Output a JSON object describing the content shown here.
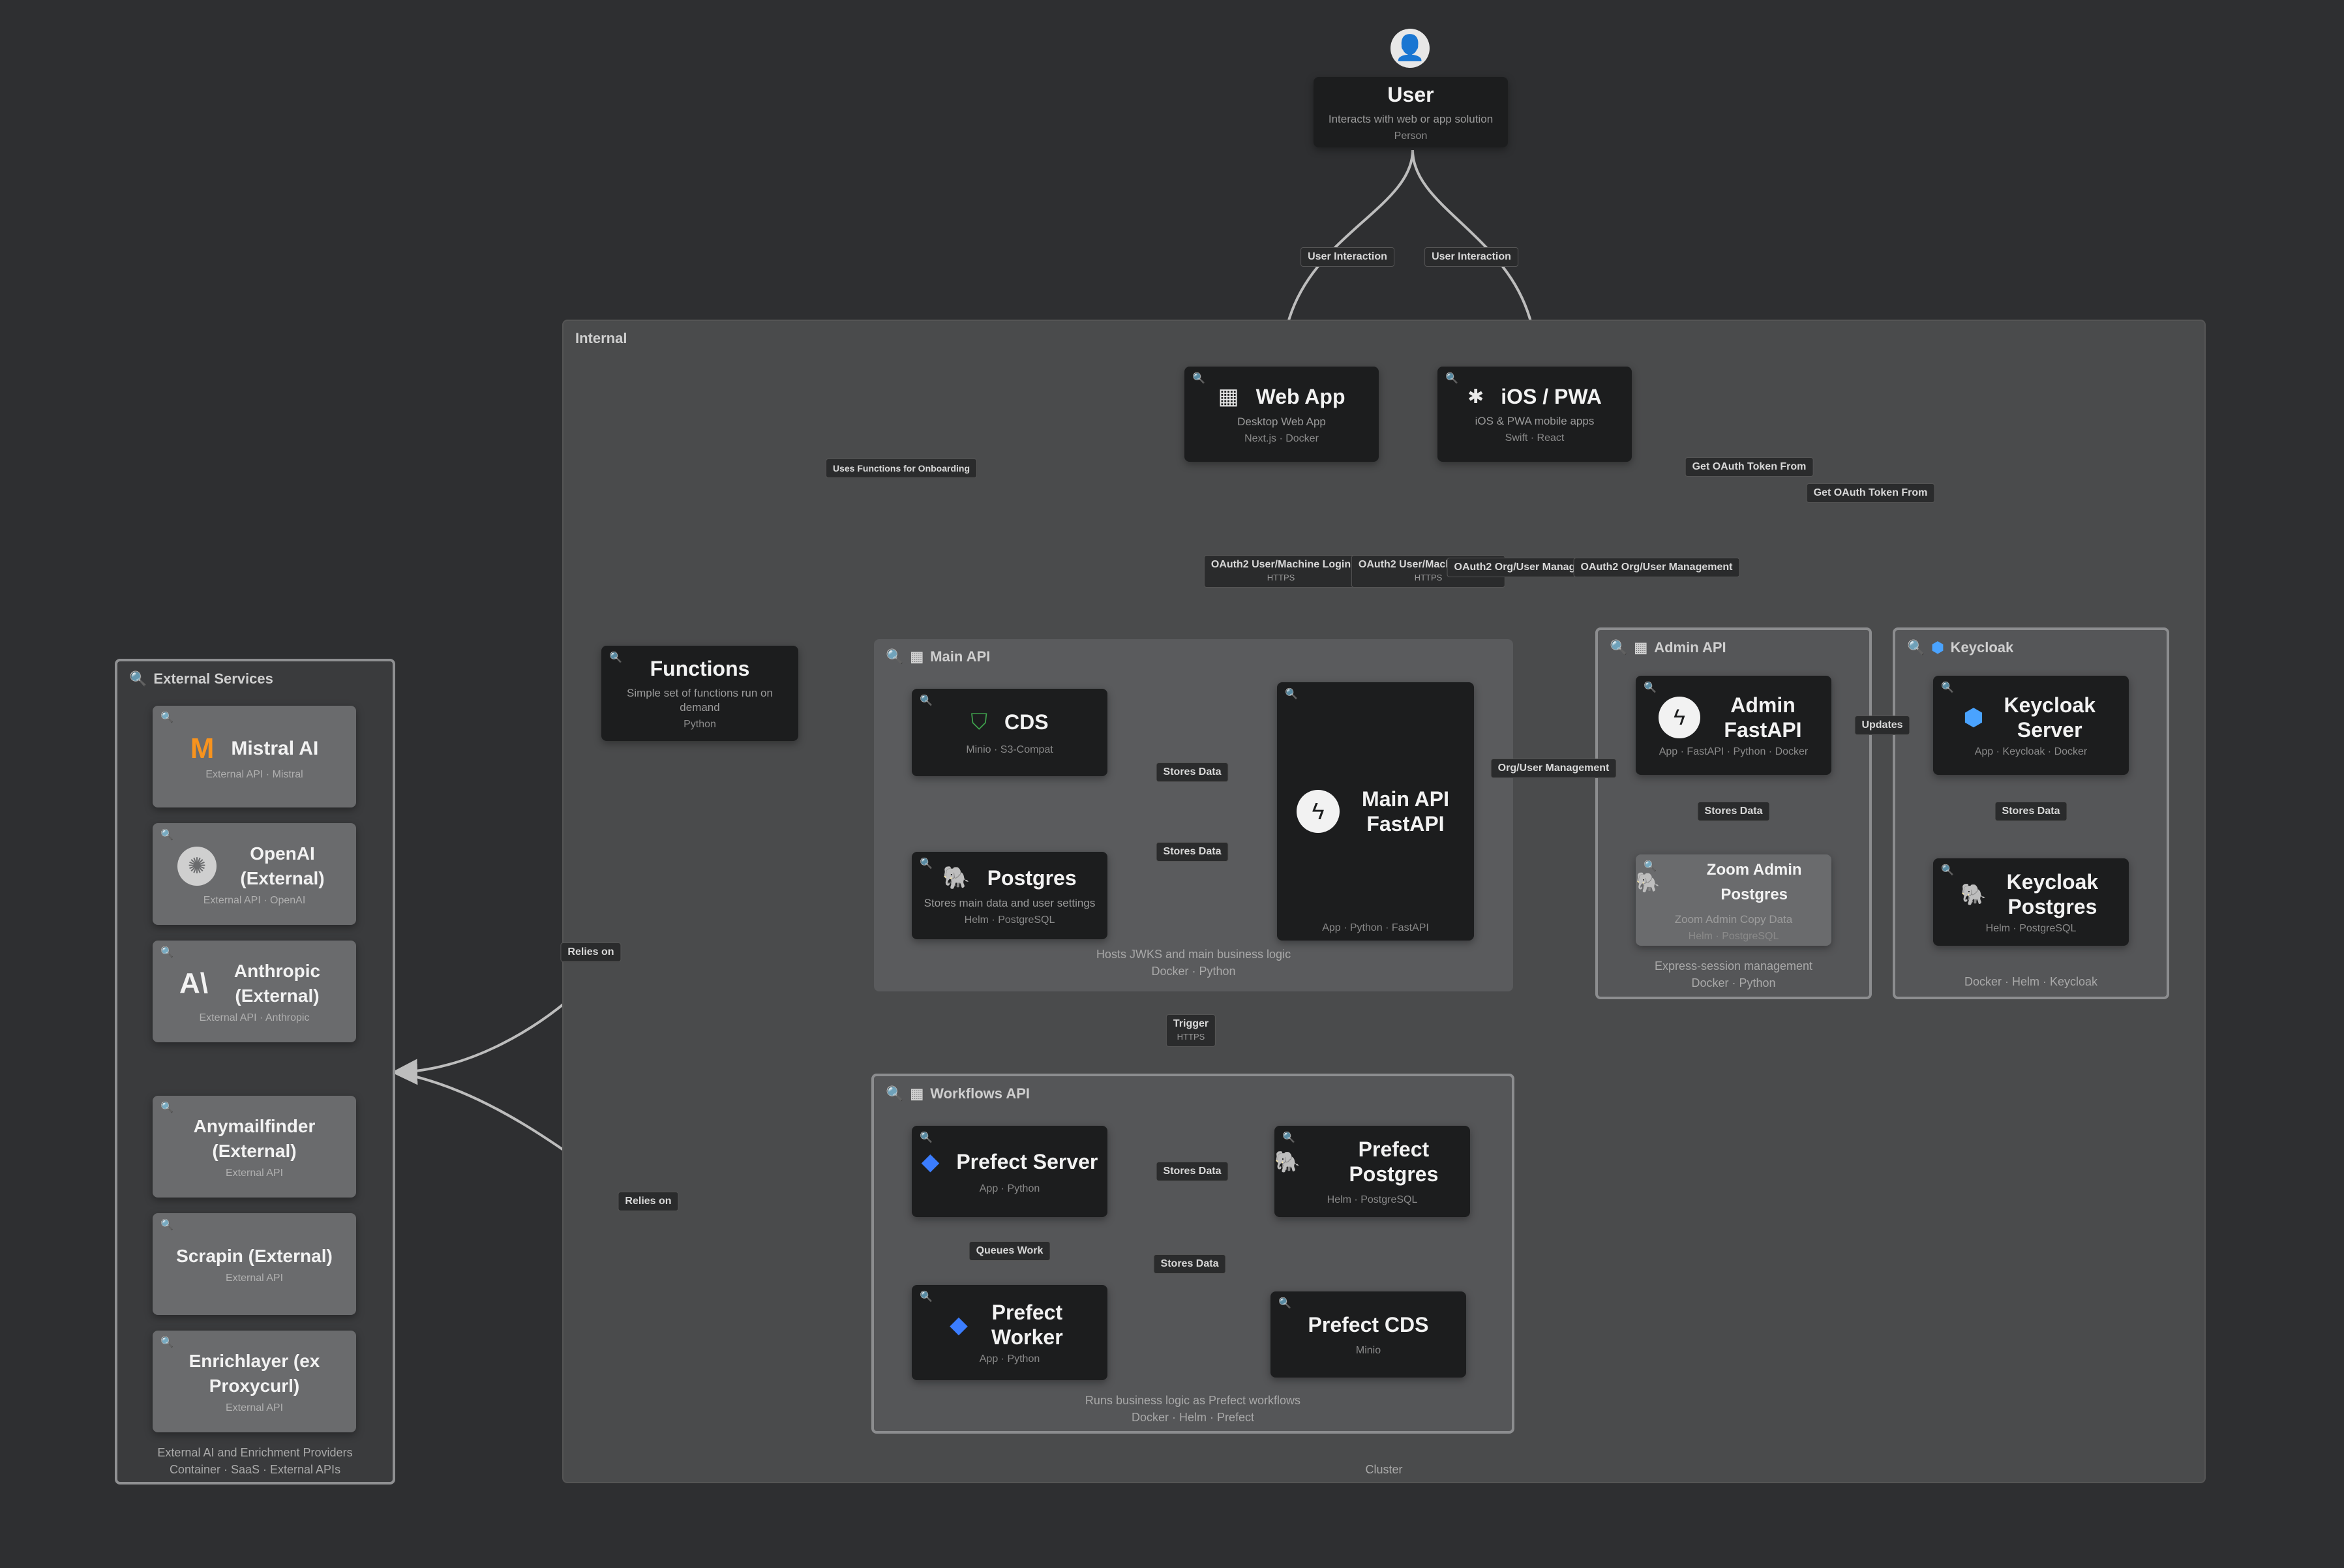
{
  "colors": {
    "background": "#2e2f31",
    "node": "#1c1d1e",
    "edge": "#bdbdbd",
    "accent": "#4aa3ff",
    "mistral": "#f7931e"
  },
  "user": {
    "title": "User",
    "subtitle": "Interacts with web or app solution",
    "meta": "Person",
    "icon": "person-icon"
  },
  "internal": {
    "title": "Internal",
    "footer": "Cluster"
  },
  "webapp": {
    "title": "Web App",
    "subtitle": "Desktop Web App",
    "meta": "Next.js · Docker"
  },
  "ios": {
    "title": "iOS / PWA",
    "subtitle": "iOS & PWA mobile apps",
    "meta": "Swift · React"
  },
  "functions": {
    "title": "Functions",
    "subtitle": "Simple set of functions run on demand",
    "meta": "Python"
  },
  "mainapi": {
    "title": "Main API",
    "footer": "Hosts JWKS and main business logic",
    "footer2": "Docker · Python"
  },
  "cdn": {
    "title": "CDS",
    "meta": "Minio · S3-Compat"
  },
  "postgres": {
    "title": "Postgres",
    "subtitle": "Stores main data and user settings",
    "meta": "Helm · PostgreSQL"
  },
  "mainfast": {
    "title": "Main API FastAPI",
    "meta": "App · Python · FastAPI"
  },
  "adminapi": {
    "title": "Admin API",
    "footer": "Express-session management",
    "footer2": "Docker · Python"
  },
  "adminfast": {
    "title": "Admin FastAPI",
    "meta": "App · FastAPI · Python · Docker"
  },
  "adminpg": {
    "title": "Zoom Admin Postgres",
    "subtitle": "Zoom Admin Copy Data",
    "meta": "Helm · PostgreSQL"
  },
  "keycloak": {
    "title": "Keycloak",
    "footer": "Docker · Helm · Keycloak"
  },
  "kcserver": {
    "title": "Keycloak Server",
    "meta": "App · Keycloak · Docker"
  },
  "kcpg": {
    "title": "Keycloak Postgres",
    "meta": "Helm · PostgreSQL"
  },
  "workflow": {
    "title": "Workflows API",
    "footer": "Runs business logic as Prefect workflows",
    "footer2": "Docker · Helm · Prefect"
  },
  "pserver": {
    "title": "Prefect Server",
    "meta": "App · Python"
  },
  "ppg": {
    "title": "Prefect Postgres",
    "meta": "Helm · PostgreSQL"
  },
  "pworker": {
    "title": "Prefect Worker",
    "meta": "App · Python"
  },
  "pcds": {
    "title": "Prefect CDS",
    "meta": "Minio"
  },
  "external": {
    "title": "External Services",
    "footer": "External AI and Enrichment Providers",
    "footer2": "Container · SaaS · External APIs"
  },
  "mistral": {
    "title": "Mistral AI",
    "meta": "External API · Mistral"
  },
  "openai": {
    "title": "OpenAI (External)",
    "meta": "External API · OpenAI"
  },
  "anthropic": {
    "title": "Anthropic (External)",
    "meta": "External API · Anthropic"
  },
  "anymail": {
    "title": "Anymailfinder (External)",
    "meta": "External API"
  },
  "scrapin": {
    "title": "Scrapin (External)",
    "meta": "External API"
  },
  "enrich": {
    "title": "Enrichlayer (ex Proxycurl)",
    "meta": "External API"
  },
  "edges": {
    "user_web": "User Interaction",
    "user_ios": "User Interaction",
    "web_func": "Uses Functions for Onboarding",
    "oauth1": "OAuth2 User/Machine Login",
    "oauth1s": "HTTPS",
    "oauth2": "OAuth2 User/Machine Login",
    "oauth2s": "HTTPS",
    "oauth3": "OAuth2 Org/User Management",
    "oauth4": "OAuth2 Org/User Management",
    "token1": "Get OAuth Token From",
    "token2": "Get OAuth Token From",
    "store1": "Stores Data",
    "store2": "Stores Data",
    "store3": "Stores Data",
    "store4": "Stores Data",
    "store5": "Stores Data",
    "store6": "Stores Data",
    "orgmgmt": "Org/User Management",
    "updates": "Updates",
    "trigger": "Trigger",
    "triggers": "HTTPS",
    "queue": "Queues Work",
    "relies1": "Relies on",
    "relies2": "Relies on"
  }
}
